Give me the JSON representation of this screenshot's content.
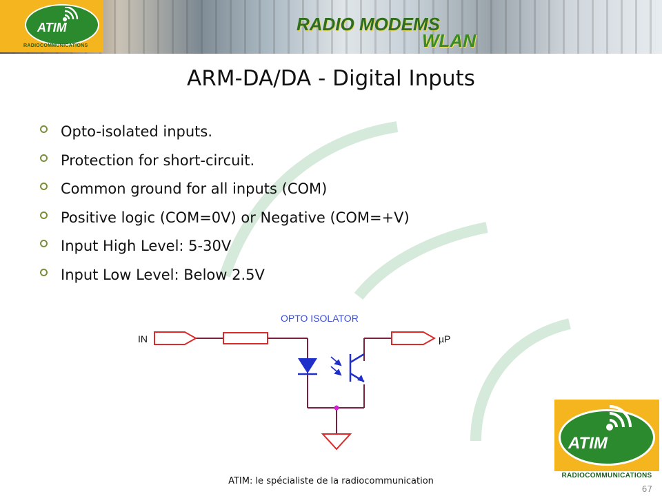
{
  "banner": {
    "logo_text": "ATIM",
    "logo_tagline": "RADIOCOMMUNICATIONS",
    "title_line1": "RADIO MODEMS",
    "title_line2": "WLAN"
  },
  "slide": {
    "title": "ARM-DA/DA  - Digital Inputs",
    "bullets": [
      "Opto-isolated inputs.",
      "Protection for short-circuit.",
      "Common ground for all inputs (COM)",
      "Positive logic (COM=0V) or Negative (COM=+V)",
      "Input High Level: 5-30V",
      "Input Low Level: Below 2.5V"
    ]
  },
  "schematic": {
    "title": "OPTO ISOLATOR",
    "input_label": "IN",
    "output_label": "µP",
    "colors": {
      "wire": "#7a1f3d",
      "component": "#d92b2b",
      "semiconductor": "#1f2fc9",
      "label": "#3a4fd4",
      "junction": "#d61fd6"
    }
  },
  "footer": {
    "text": "ATIM: le spécialiste de la radiocommunication",
    "page_number": "67"
  },
  "brand_logo": {
    "text": "ATIM",
    "tagline": "RADIOCOMMUNICATIONS"
  },
  "colors": {
    "brand_green": "#2b8a2e",
    "brand_yellow": "#f4b51e",
    "accent_arc": "#d5eadb",
    "bullet_marker": "#7a8f3a"
  }
}
